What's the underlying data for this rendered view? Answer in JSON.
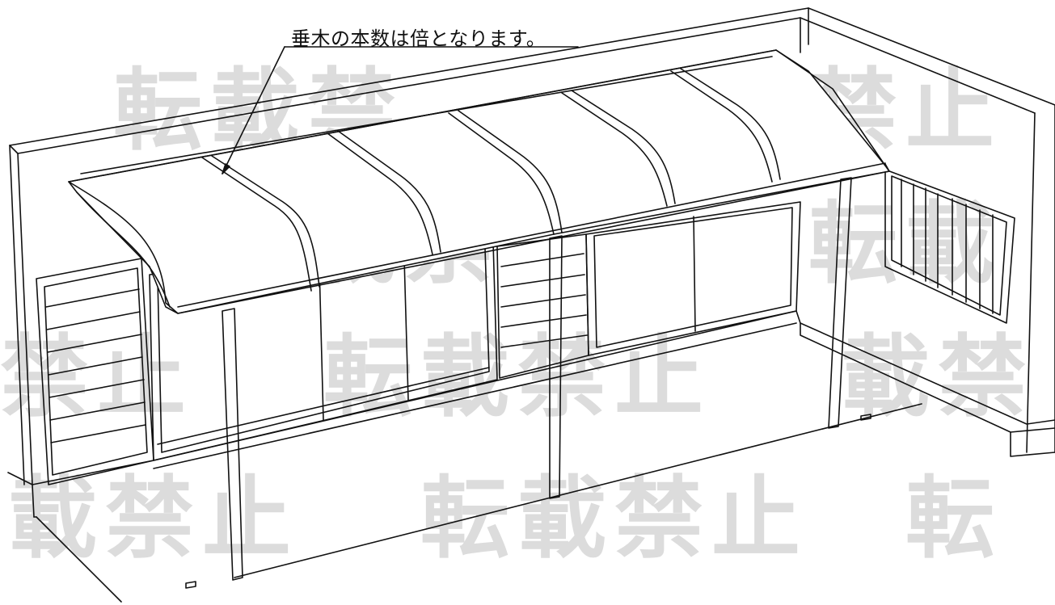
{
  "callout": {
    "text": "垂木の本数は倍となります。"
  },
  "watermark": {
    "glyphs": [
      "転",
      "載",
      "禁",
      "止"
    ],
    "color": "#d9d9d9"
  },
  "colors": {
    "line": "#111111",
    "background": "#ffffff"
  }
}
